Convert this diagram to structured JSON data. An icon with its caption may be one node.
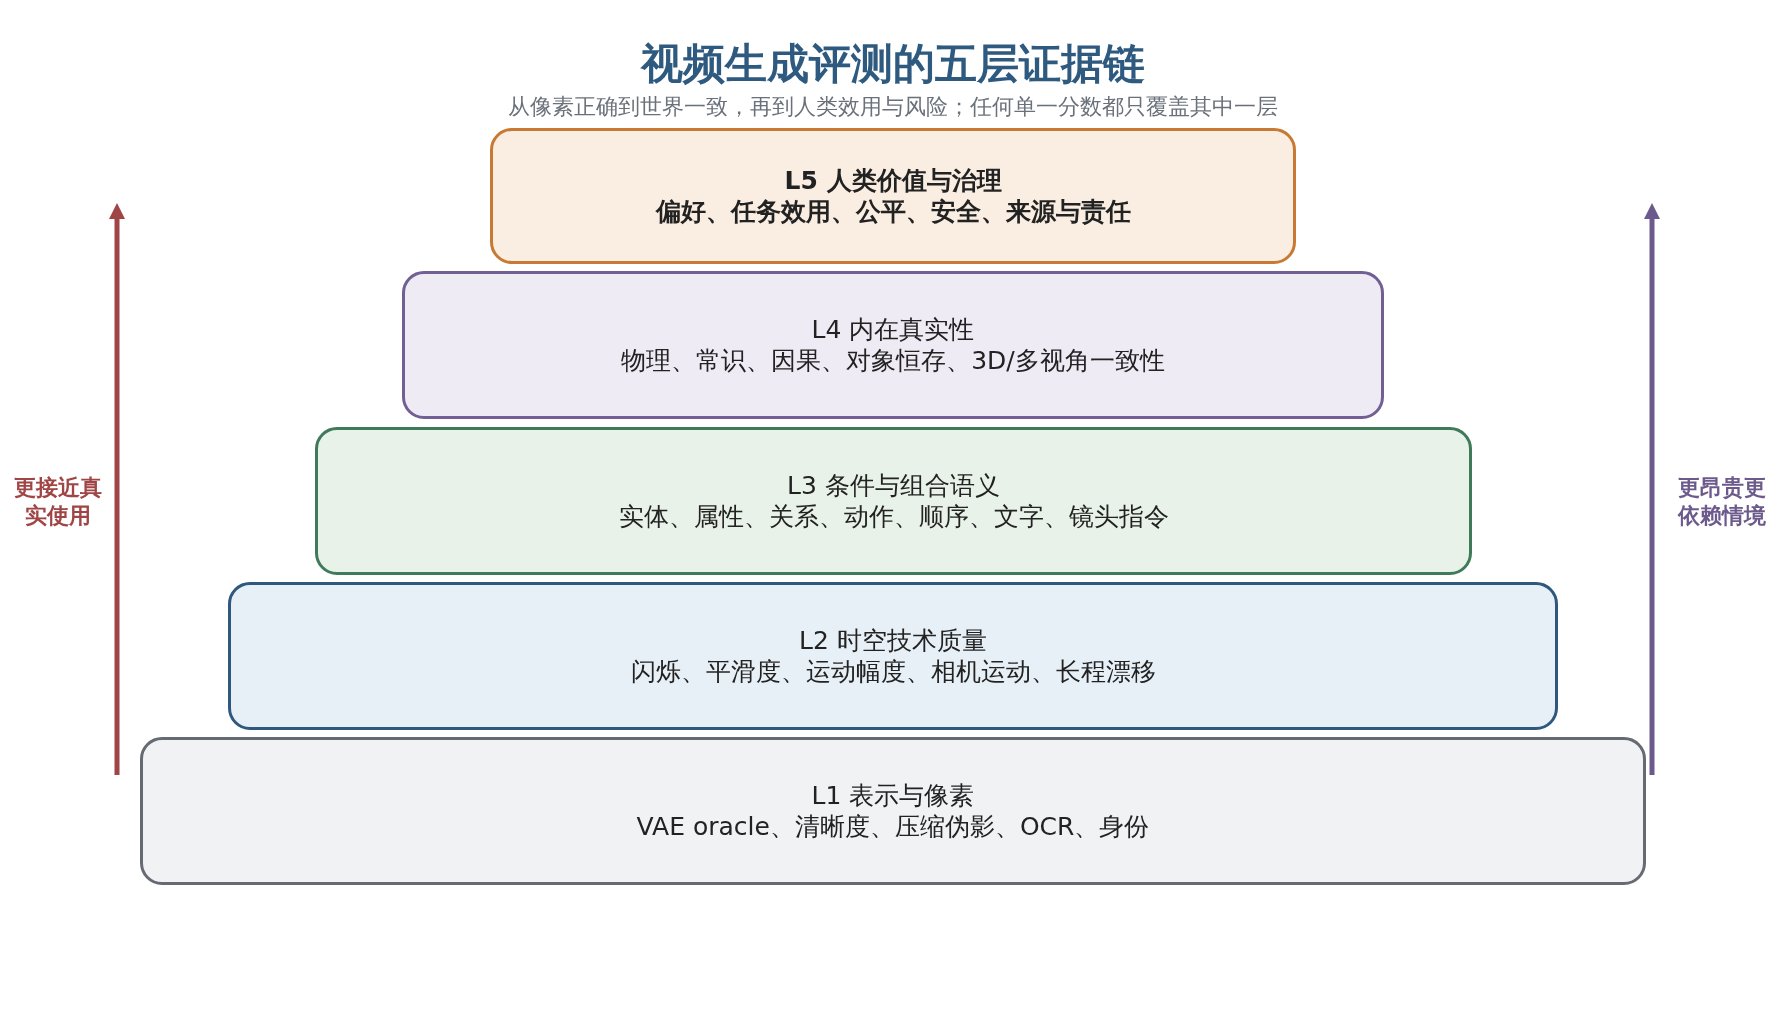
{
  "diagram": {
    "title": "视频生成评测的五层证据链",
    "caption": "从像素正确到世界一致，再到人类效用与风险；任何单一分数都只覆盖其中一层",
    "nodes": [
      {
        "text": [
          "L5  人类价值与治理",
          "偏好、任务效用、公平、安全、来源与责任"
        ]
      },
      {
        "text": [
          "L4  内在真实性",
          "物理、常识、因果、对象恒存、3D/多视角一致性"
        ]
      },
      {
        "text": [
          "L3  条件与组合语义",
          "实体、属性、关系、动作、顺序、文字、镜头指令"
        ]
      },
      {
        "text": [
          "L2  时空技术质量",
          "闪烁、平滑度、运动幅度、相机运动、长程漂移"
        ]
      },
      {
        "text": [
          "L1  表示与像素",
          "VAE oracle、清晰度、压缩伪影、OCR、身份"
        ]
      }
    ],
    "edges": [],
    "labels": [
      "更接近真实使用",
      "更昂贵更依赖情境"
    ]
  }
}
